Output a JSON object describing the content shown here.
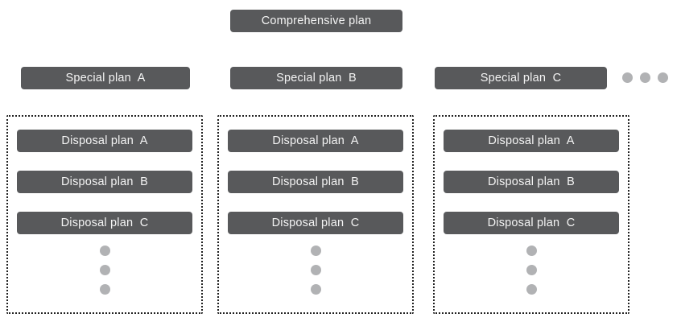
{
  "colors": {
    "box_bg": "#58595b",
    "box_text": "#f4f4f4",
    "dot": "#b1b2b4",
    "border": "#222222",
    "page_bg": "#ffffff"
  },
  "root_plan": {
    "label": "Comprehensive plan"
  },
  "special_plans": [
    {
      "label": "Special plan  A"
    },
    {
      "label": "Special plan  B"
    },
    {
      "label": "Special plan  C"
    }
  ],
  "groups": [
    {
      "plans": [
        "Disposal plan  A",
        "Disposal plan  B",
        "Disposal plan  C"
      ]
    },
    {
      "plans": [
        "Disposal plan  A",
        "Disposal plan  B",
        "Disposal plan  C"
      ]
    },
    {
      "plans": [
        "Disposal plan  A",
        "Disposal plan  B",
        "Disposal plan  C"
      ]
    }
  ]
}
